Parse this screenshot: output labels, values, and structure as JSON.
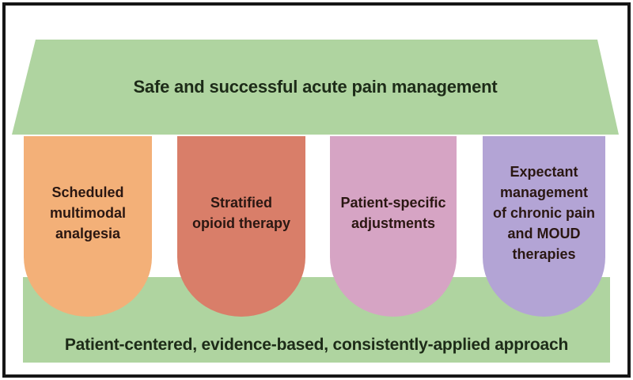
{
  "colors": {
    "green": "#afd4a0",
    "orange": "#f3b078",
    "salmon": "#d97e69",
    "pink": "#d6a4c4",
    "purple": "#b3a4d5",
    "text_on_green": "#1d2b18",
    "text_on_pillar": "#2a1712",
    "frame_border": "#161616"
  },
  "roof": {
    "label": "Safe and successful acute pain management"
  },
  "pillars": [
    {
      "label": "Scheduled\nmultimodal\nanalgesia",
      "color": "#f3b078"
    },
    {
      "label": "Stratified\nopioid therapy",
      "color": "#d97e69"
    },
    {
      "label": "Patient-specific\nadjustments",
      "color": "#d6a4c4"
    },
    {
      "label": "Expectant\nmanagement\nof chronic pain\nand MOUD\ntherapies",
      "color": "#b3a4d5"
    }
  ],
  "base": {
    "label": "Patient-centered, evidence-based, consistently-applied approach"
  }
}
